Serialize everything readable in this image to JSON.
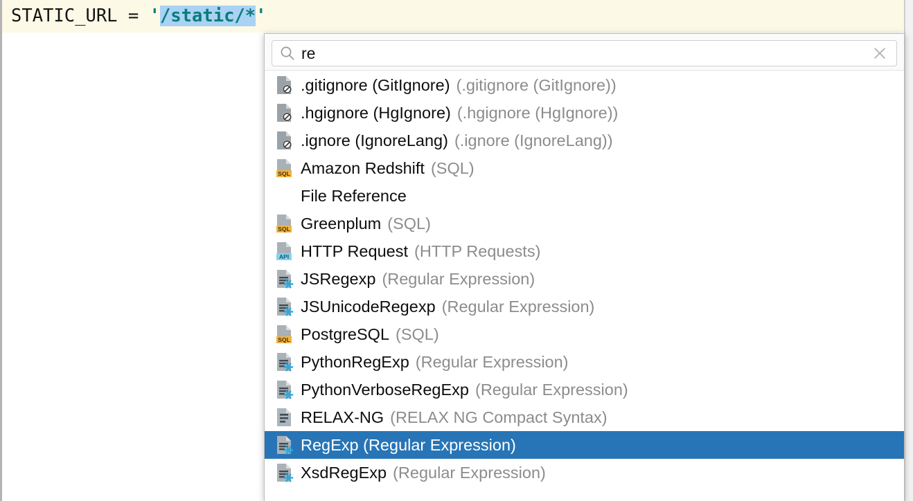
{
  "editor": {
    "line": {
      "prefix": "STATIC_URL = ",
      "quote_open": "'",
      "selected_text": "/static/*",
      "quote_close": "'"
    },
    "colors": {
      "caret_line_background": "#fdf9e7",
      "string_color": "#0a7d78",
      "selection_background": "#a9d2f5"
    }
  },
  "popup": {
    "name": "inject-language-popup",
    "search": {
      "value": "re",
      "placeholder": "",
      "search_icon": "search-icon",
      "clear_icon": "close-icon"
    },
    "selection_color": "#2775b6",
    "items": [
      {
        "icon": "ignore-file-icon",
        "name": ".gitignore (GitIgnore)",
        "type": "(.gitignore (GitIgnore))",
        "selected": false
      },
      {
        "icon": "ignore-file-icon",
        "name": ".hgignore (HgIgnore)",
        "type": "(.hgignore (HgIgnore))",
        "selected": false
      },
      {
        "icon": "ignore-file-icon",
        "name": ".ignore (IgnoreLang)",
        "type": "(.ignore (IgnoreLang))",
        "selected": false
      },
      {
        "icon": "sql-file-icon",
        "name": "Amazon Redshift",
        "type": "(SQL)",
        "selected": false
      },
      {
        "icon": "no-icon",
        "name": "File Reference",
        "type": "",
        "selected": false
      },
      {
        "icon": "sql-file-icon",
        "name": "Greenplum",
        "type": "(SQL)",
        "selected": false
      },
      {
        "icon": "api-file-icon",
        "name": "HTTP Request",
        "type": "(HTTP Requests)",
        "selected": false
      },
      {
        "icon": "regexp-file-icon",
        "name": "JSRegexp",
        "type": "(Regular Expression)",
        "selected": false
      },
      {
        "icon": "regexp-file-icon",
        "name": "JSUnicodeRegexp",
        "type": "(Regular Expression)",
        "selected": false
      },
      {
        "icon": "sql-file-icon",
        "name": "PostgreSQL",
        "type": "(SQL)",
        "selected": false
      },
      {
        "icon": "regexp-file-icon",
        "name": "PythonRegExp",
        "type": "(Regular Expression)",
        "selected": false
      },
      {
        "icon": "regexp-file-icon",
        "name": "PythonVerboseRegExp",
        "type": "(Regular Expression)",
        "selected": false
      },
      {
        "icon": "relaxng-file-icon",
        "name": "RELAX-NG",
        "type": "(RELAX NG Compact Syntax)",
        "selected": false
      },
      {
        "icon": "regexp-file-icon",
        "name": "RegExp (Regular Expression)",
        "type": "",
        "selected": true
      },
      {
        "icon": "regexp-file-icon",
        "name": "XsdRegExp",
        "type": "(Regular Expression)",
        "selected": false
      }
    ]
  }
}
